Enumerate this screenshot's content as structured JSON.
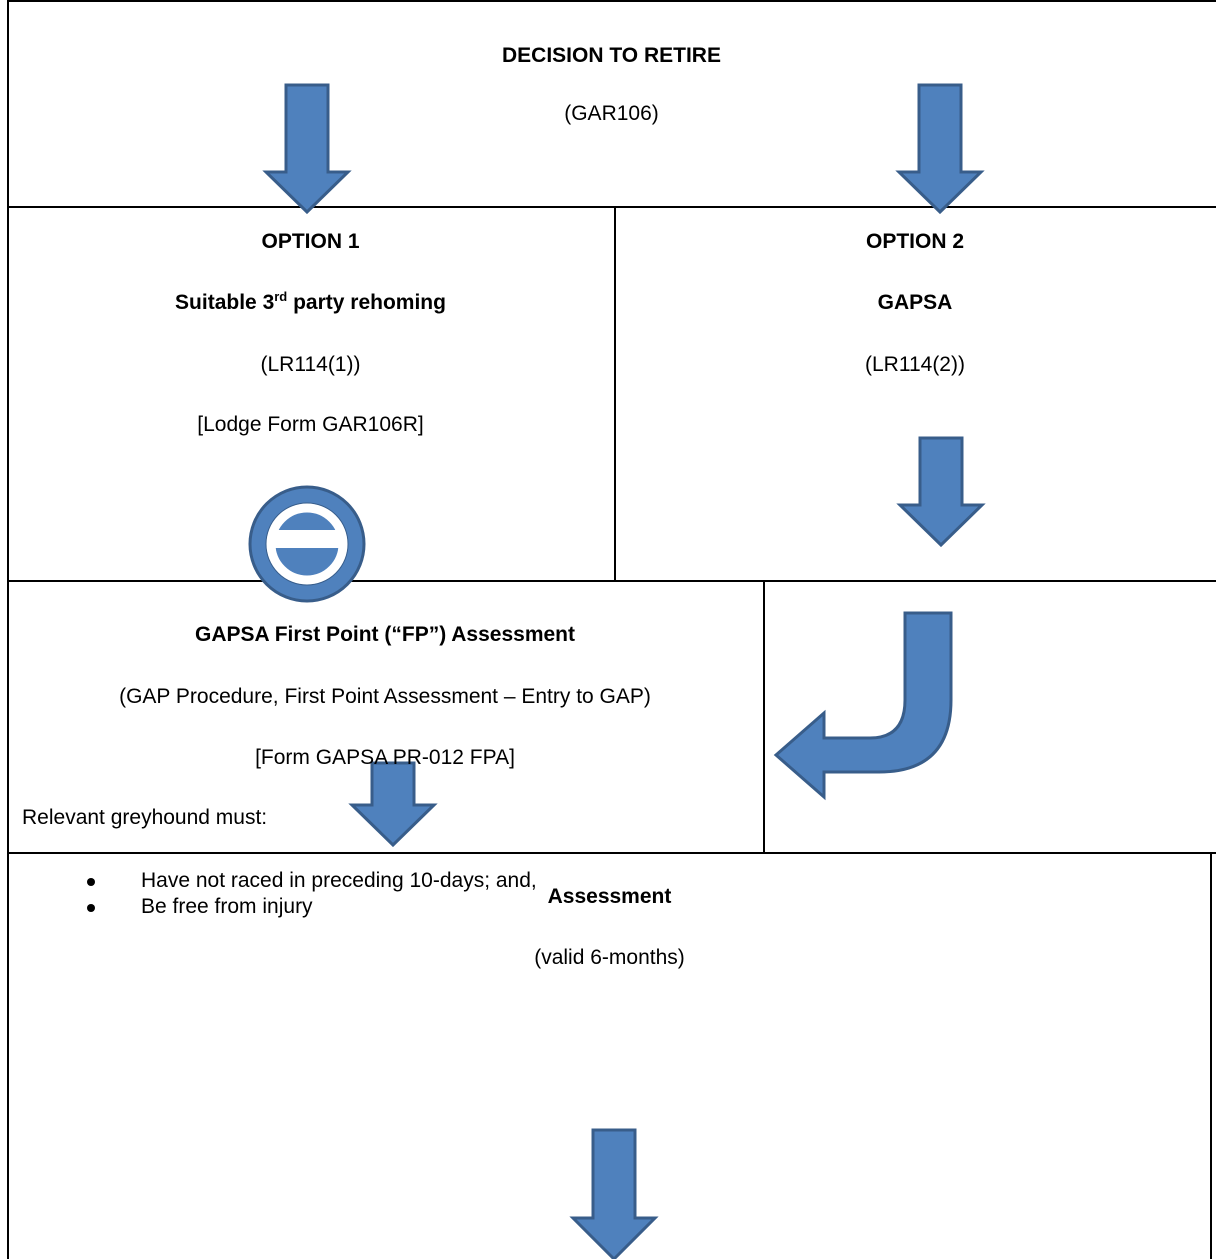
{
  "colors": {
    "arrow_fill": "#4f81bd",
    "arrow_stroke": "#385d8a"
  },
  "header": {
    "title": "DECISION TO RETIRE",
    "ref": "(GAR106)"
  },
  "option1": {
    "heading": "OPTION 1",
    "title_pre": "Suitable 3",
    "title_sup": "rd",
    "title_post": " party rehoming",
    "ref": "(LR114(1))",
    "form": "[Lodge Form GAR106R]",
    "end_icon": "no-entry-icon"
  },
  "option2": {
    "heading": "OPTION 2",
    "title": "GAPSA",
    "ref": "(LR114(2))"
  },
  "fp": {
    "title": "GAPSA First Point (“FP”) Assessment",
    "procedure": "(GAP Procedure, First Point Assessment – Entry to GAP)",
    "form": "[Form GAPSA PR-012 FPA]",
    "intro": "Relevant greyhound must:",
    "bullets": [
      "Have not raced in preceding 10-days; and,",
      "Be free from injury"
    ]
  },
  "assessment": {
    "title": "Assessment",
    "validity": "(valid 6-months)"
  }
}
